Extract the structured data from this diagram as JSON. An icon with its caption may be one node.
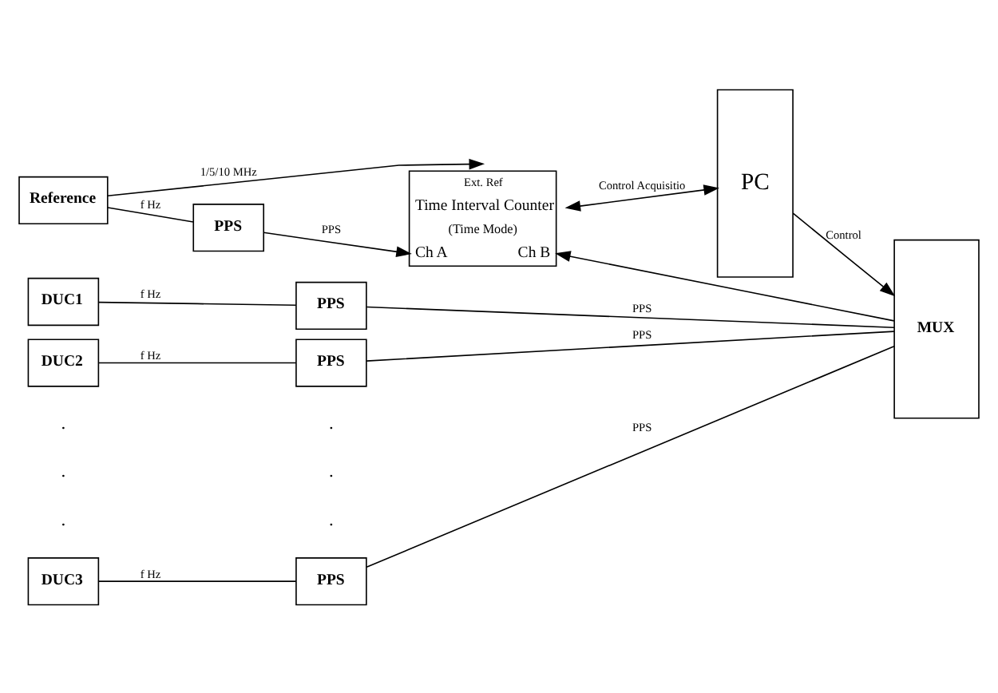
{
  "diagram": {
    "nodes": [
      {
        "text": [
          "Reference"
        ]
      },
      {
        "text": [
          "Ext. Ref",
          "Time Interval Counter",
          "(Time Mode)",
          "Ch A",
          "Ch B"
        ]
      },
      {
        "text": [
          "PC"
        ]
      },
      {
        "text": [
          "PPS"
        ]
      },
      {
        "text": [
          "DUC1"
        ]
      },
      {
        "text": [
          "PPS"
        ]
      },
      {
        "text": [
          "DUC2"
        ]
      },
      {
        "text": [
          "PPS"
        ]
      },
      {
        "text": [
          "DUC3"
        ]
      },
      {
        "text": [
          "PPS"
        ]
      },
      {
        "text": [
          "MUX"
        ]
      }
    ],
    "edges": [
      {
        "from": 0,
        "to": 1,
        "arrow": "to",
        "label": "1/5/10 MHz"
      },
      {
        "from": 0,
        "to": 3,
        "arrow": "none",
        "label": "f Hz"
      },
      {
        "from": 3,
        "to": 1,
        "arrow": "to",
        "label": "PPS"
      },
      {
        "from": 1,
        "to": 2,
        "arrow": "both",
        "label": "Control Acquisitio"
      },
      {
        "from": 4,
        "to": 5,
        "arrow": "none",
        "label": "f Hz"
      },
      {
        "from": 5,
        "to": 10,
        "arrow": "none",
        "label": "PPS"
      },
      {
        "from": 6,
        "to": 7,
        "arrow": "none",
        "label": "f Hz"
      },
      {
        "from": 7,
        "to": 10,
        "arrow": "none",
        "label": "PPS"
      },
      {
        "from": 8,
        "to": 9,
        "arrow": "none",
        "label": "f Hz"
      },
      {
        "from": 9,
        "to": 10,
        "arrow": "none",
        "label": "PPS"
      },
      {
        "from": 10,
        "to": 1,
        "arrow": "to"
      },
      {
        "from": 2,
        "to": 10,
        "arrow": "to",
        "label": "Control"
      }
    ],
    "labels": [
      ".",
      ".",
      ".",
      ".",
      ".",
      "."
    ]
  }
}
